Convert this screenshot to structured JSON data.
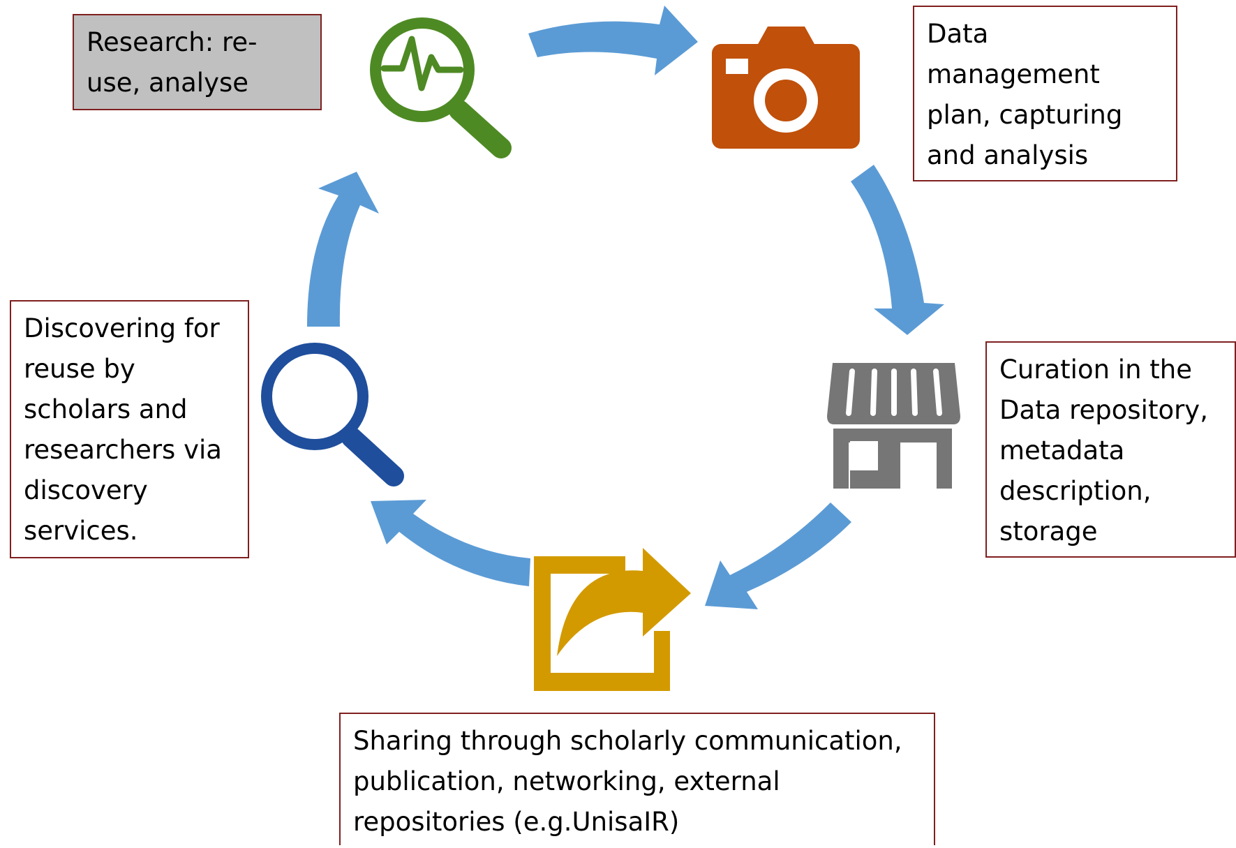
{
  "title": "",
  "stages": [
    {
      "id": "research",
      "icon": "magnifier-pulse-icon",
      "label": "Research: re-use, analyse",
      "shaded": true
    },
    {
      "id": "dmp",
      "icon": "camera-icon",
      "label": "Data management plan, capturing and analysis",
      "shaded": false
    },
    {
      "id": "curation",
      "icon": "storefront-icon",
      "label": "Curation in the Data repository, metadata description, storage",
      "shaded": false
    },
    {
      "id": "sharing",
      "icon": "share-arrow-icon",
      "label": "Sharing through scholarly communication, publication, networking, external repositories (e.g.UnisaIR)",
      "shaded": false
    },
    {
      "id": "discovering",
      "icon": "search-icon",
      "label": "Discovering for reuse by scholars and researchers via discovery services.",
      "shaded": false
    }
  ],
  "colors": {
    "arrow": "#5b9bd5",
    "research_icon": "#4e8a24",
    "camera_icon": "#c0500a",
    "store_icon": "#767676",
    "share_icon": "#d39a00",
    "search_icon": "#1f4e9c",
    "box_border": "#7f1f1f",
    "shaded_box": "#c0c0c0"
  }
}
